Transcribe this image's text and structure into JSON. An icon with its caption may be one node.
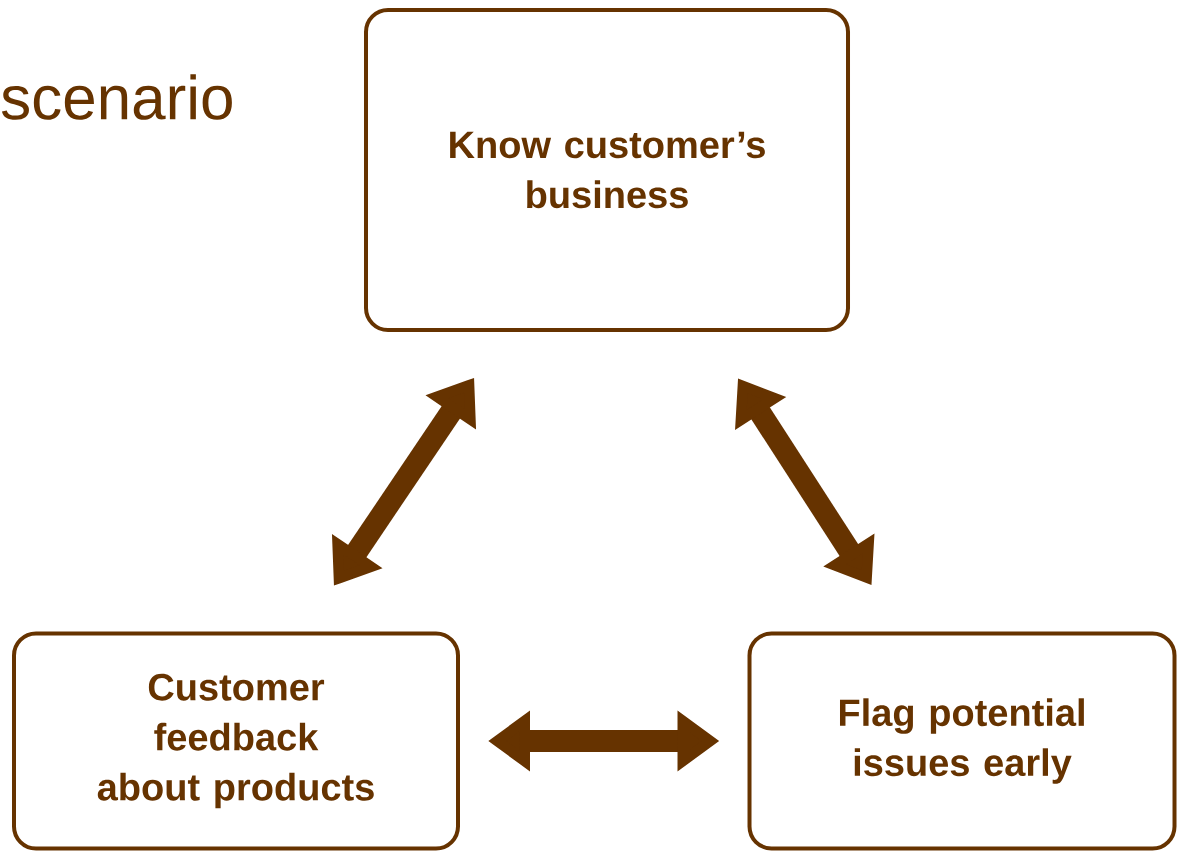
{
  "diagram": {
    "nodes": [
      {
        "text": [
          "Know customer’s business"
        ]
      },
      {
        "text": [
          "Customer feedback about products"
        ]
      },
      {
        "text": [
          "Flag potential issues early"
        ]
      }
    ],
    "edges": [
      {
        "from": 0,
        "to": 1,
        "arrow": "both"
      },
      {
        "from": 0,
        "to": 2,
        "arrow": "both"
      },
      {
        "from": 1,
        "to": 2,
        "arrow": "both"
      }
    ],
    "labels": [
      "scenario"
    ]
  }
}
